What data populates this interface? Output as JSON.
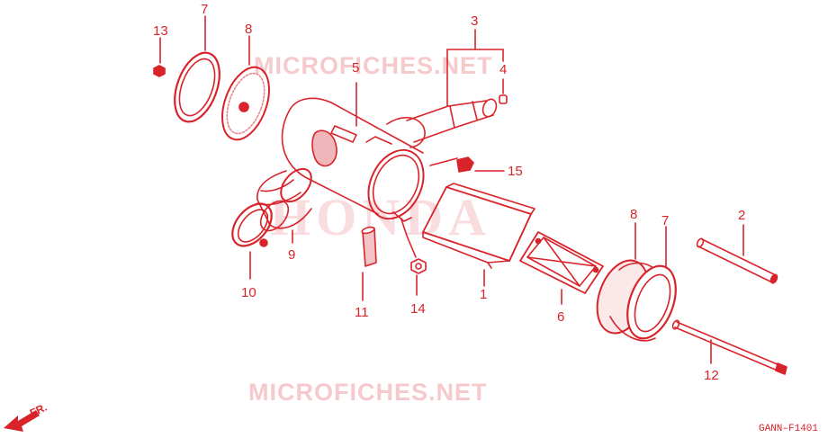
{
  "colors": {
    "line": "#d9232a",
    "watermark": "#f6c9cc",
    "brand_watermark": "#f9dcde"
  },
  "watermark": {
    "text": "MICROFICHES.NET"
  },
  "brand": {
    "text": "HONDA"
  },
  "direction": {
    "label": "FR."
  },
  "diagram_code": "GANN–F1401",
  "callouts": {
    "c1": "1",
    "c2": "2",
    "c3": "3",
    "c4": "4",
    "c5": "5",
    "c6": "6",
    "c7a": "7",
    "c7b": "7",
    "c8a": "8",
    "c8b": "8",
    "c9": "9",
    "c10": "10",
    "c11": "11",
    "c12": "12",
    "c13": "13",
    "c14": "14",
    "c15": "15"
  }
}
